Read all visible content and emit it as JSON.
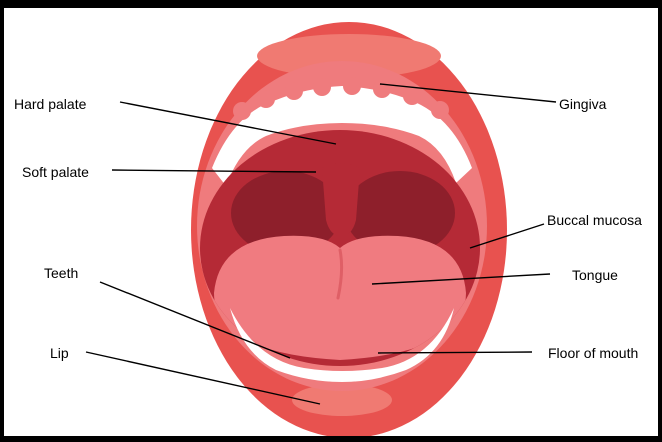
{
  "diagram": {
    "labels": {
      "hard_palate": "Hard palate",
      "soft_palate": "Soft palate",
      "teeth": "Teeth",
      "lip": "Lip",
      "gingiva": "Gingiva",
      "buccal_mucosa": "Buccal mucosa",
      "tongue": "Tongue",
      "floor_of_mouth": "Floor of mouth"
    },
    "colors": {
      "lip": "#e8524f",
      "lip_highlight": "#f07a72",
      "gum": "#ef7b7d",
      "teeth": "#ffffff",
      "oral_cavity": "#b52a36",
      "throat": "#8e1f2b",
      "tongue": "#f07b80",
      "tongue_dark": "#df5f66",
      "leader_line": "#000000"
    }
  }
}
